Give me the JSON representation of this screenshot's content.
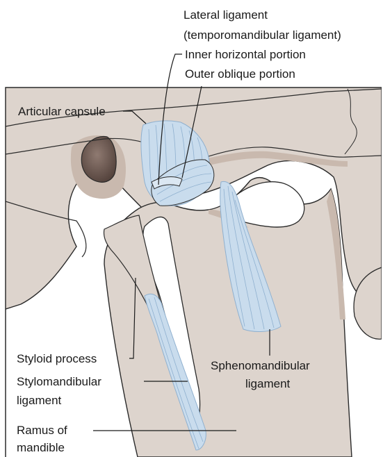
{
  "labels": {
    "lateral_ligament_line1": "Lateral ligament",
    "lateral_ligament_line2": "(temporomandibular ligament)",
    "inner_horizontal_portion": "Inner horizontal portion",
    "outer_oblique_portion": "Outer oblique portion",
    "articular_capsule": "Articular capsule",
    "styloid_process": "Styloid process",
    "stylomandibular_line1": "Stylomandibular",
    "stylomandibular_line2": "ligament",
    "sphenomandibular_line1": "Sphenomandibular",
    "sphenomandibular_line2": "ligament",
    "ramus_line1": "Ramus of",
    "ramus_line2": "mandible"
  },
  "colors": {
    "bone": "#ddd4cd",
    "bone_shadow": "#c9b9ae",
    "ligament": "#c9dced",
    "ligament_line": "#8fb0cf",
    "fossa_dark": "#6e5a52",
    "outline": "#2a2a2a"
  }
}
